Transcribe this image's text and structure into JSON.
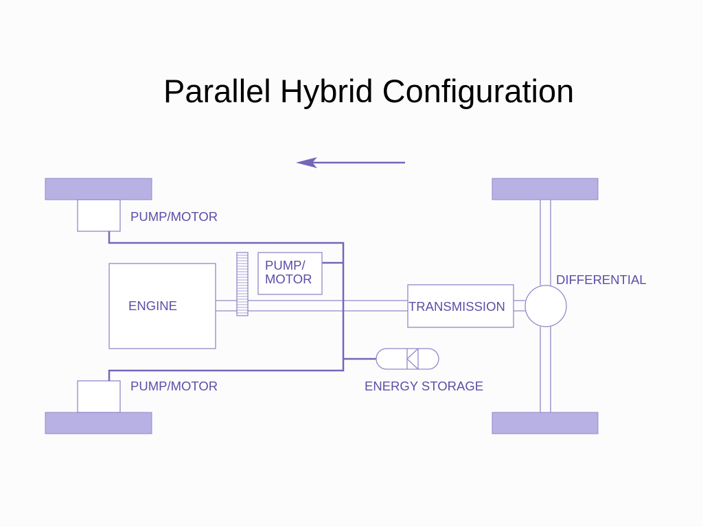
{
  "title": "Parallel Hybrid Configuration",
  "colors": {
    "accent": "#7367b8",
    "wheel_fill": "#b8b2e4",
    "wheel_stroke": "#8f88c8",
    "outline": "#8f88c8",
    "label": "#5a4ea8",
    "background": "#fcfcfc"
  },
  "labels": {
    "pump_motor_top": "PUMP/MOTOR",
    "pump_motor_mid_line1": "PUMP/",
    "pump_motor_mid_line2": "MOTOR",
    "engine": "ENGINE",
    "transmission": "TRANSMISSION",
    "differential": "DIFFERENTIAL",
    "pump_motor_bottom": "PUMP/MOTOR",
    "energy_storage": "ENERGY STORAGE"
  },
  "arrow_direction": "left"
}
